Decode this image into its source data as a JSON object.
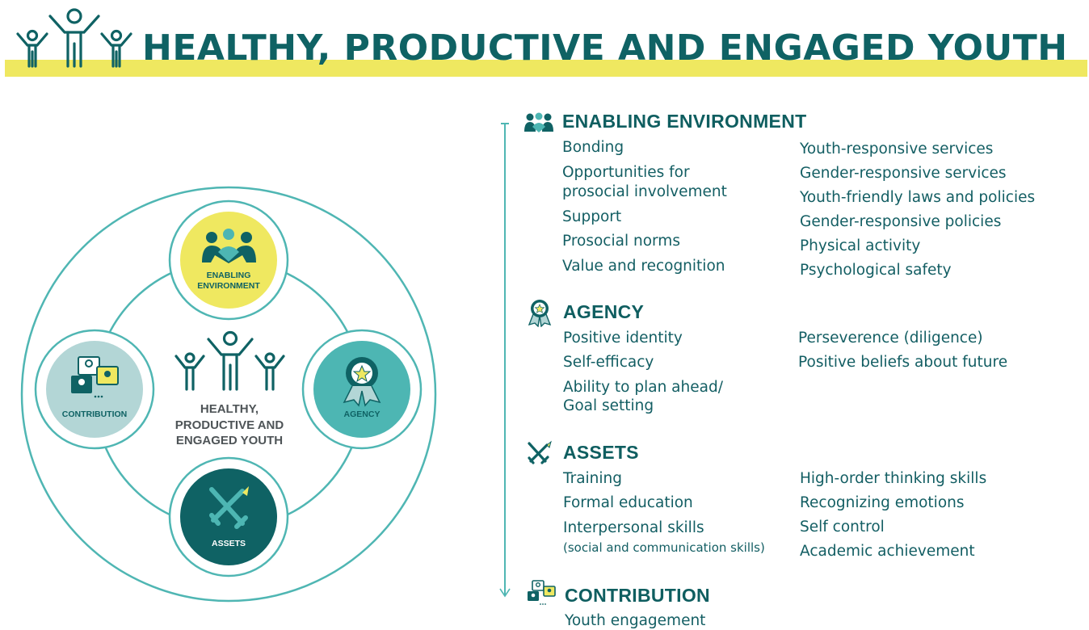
{
  "title": "HEALTHY, PRODUCTIVE AND ENGAGED YOUTH",
  "colors": {
    "teal_dark": "#0f6264",
    "teal_mid": "#4db6b3",
    "teal_light": "#b3d6d6",
    "yellow": "#efe860",
    "ring": "#4fb6b3"
  },
  "diagram": {
    "center_label": [
      "HEALTHY,",
      "PRODUCTIVE AND",
      "ENGAGED YOUTH"
    ],
    "nodes": {
      "enabling": [
        "ENABLING",
        "ENVIRONMENT"
      ],
      "agency": "AGENCY",
      "assets": "ASSETS",
      "contribution": "CONTRIBUTION"
    }
  },
  "sections": {
    "enabling": {
      "title": "ENABLING ENVIRONMENT",
      "col1": [
        "Bonding",
        "Opportunities for",
        "prosocial involvement",
        "Support",
        "Prosocial norms",
        "Value and recognition"
      ],
      "col2": [
        "Youth-responsive services",
        "Gender-responsive services",
        "Youth-friendly laws and policies",
        "Gender-responsive policies",
        "Physical activity",
        "Psychological safety"
      ]
    },
    "agency": {
      "title": "AGENCY",
      "col1": [
        "Positive identity",
        "Self-efficacy",
        "Ability to plan ahead/",
        "Goal setting"
      ],
      "col2": [
        "Perseverence (diligence)",
        "Positive beliefs about future"
      ]
    },
    "assets": {
      "title": "ASSETS",
      "col1": [
        "Training",
        "Formal education",
        "Interpersonal skills",
        "(social and communication skills)"
      ],
      "col2": [
        "High-order thinking skills",
        "Recognizing emotions",
        "Self control",
        "Academic achievement"
      ]
    },
    "contribution": {
      "title": "CONTRIBUTION",
      "col1": [
        "Youth engagement"
      ]
    }
  }
}
